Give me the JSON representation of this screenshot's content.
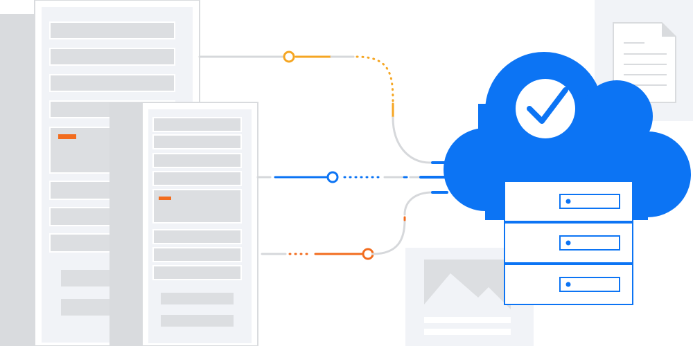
{
  "illustration": {
    "subject": "documents-and-forms-syncing-to-cloud-server",
    "colors": {
      "background": "#ffffff",
      "panel_gray": "#d9dbde",
      "panel_light": "#f1f3f7",
      "row_fill": "#dcdee1",
      "row_border": "#ffffff",
      "accent_blue": "#0c74f4",
      "accent_orange": "#f26c1e",
      "accent_yellow": "#f5a623",
      "connector_gray": "#d6d8db",
      "check_white": "#ffffff"
    },
    "icons": [
      "large-form-document-icon",
      "small-form-document-icon",
      "cloud-icon",
      "checkmark-icon",
      "server-rack-icon",
      "text-file-icon",
      "image-file-icon"
    ],
    "connectors": [
      {
        "from": "large-form",
        "to": "cloud",
        "color": "yellow"
      },
      {
        "from": "small-form",
        "to": "cloud",
        "color": "blue"
      },
      {
        "from": "small-form",
        "to": "cloud",
        "color": "orange"
      }
    ],
    "server_units": 3
  }
}
